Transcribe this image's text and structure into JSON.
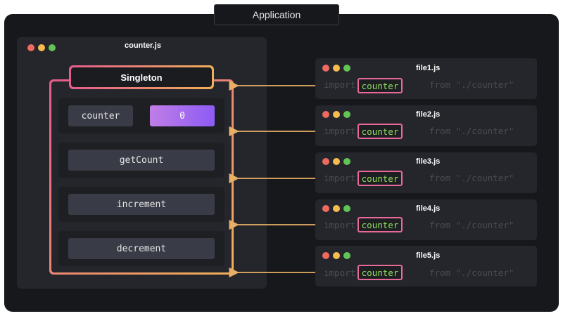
{
  "app": {
    "title": "Application"
  },
  "main_window": {
    "title": "counter.js"
  },
  "singleton": {
    "label": "Singleton",
    "counter": {
      "name": "counter",
      "value": "0"
    },
    "methods": [
      "getCount",
      "increment",
      "decrement"
    ]
  },
  "files": [
    {
      "name": "file1.js",
      "import_kw": "import",
      "binding": "counter",
      "from_clause": "from \"./counter\""
    },
    {
      "name": "file2.js",
      "import_kw": "import",
      "binding": "counter",
      "from_clause": "from \"./counter\""
    },
    {
      "name": "file3.js",
      "import_kw": "import",
      "binding": "counter",
      "from_clause": "from \"./counter\""
    },
    {
      "name": "file4.js",
      "import_kw": "import",
      "binding": "counter",
      "from_clause": "from \"./counter\""
    },
    {
      "name": "file5.js",
      "import_kw": "import",
      "binding": "counter",
      "from_clause": "from \"./counter\""
    }
  ],
  "colors": {
    "frame_bg": "#17181b",
    "window_bg": "#25262c",
    "arrow": "#e8b067",
    "gradient_start": "#e45c8c",
    "gradient_end": "#f0b057",
    "value_start": "#c07ee6",
    "value_end": "#8d5bf5",
    "code_highlight": "#8fe05c"
  }
}
